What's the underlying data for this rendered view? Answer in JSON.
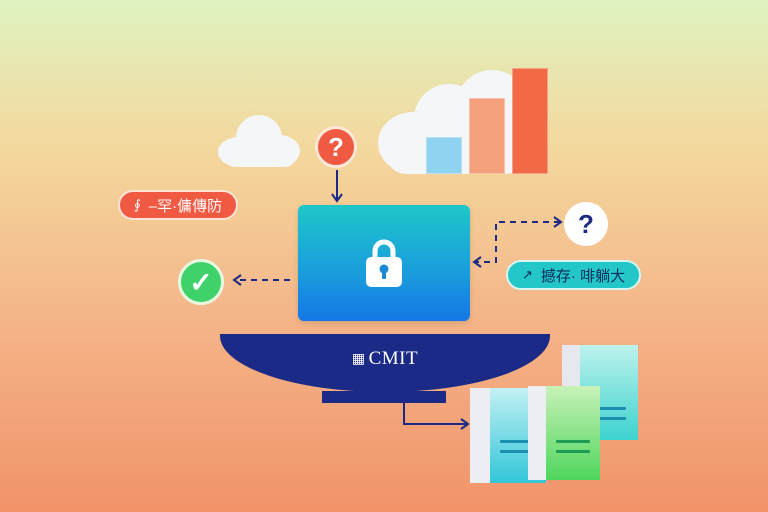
{
  "monitor": {
    "brand_text": "CMIT",
    "brand_mark": "▦",
    "lock_icon": "lock-icon"
  },
  "labels": {
    "left_pill": {
      "icon": "∮",
      "text": "–罕·傭傳防"
    },
    "right_pill": {
      "icon": "↗",
      "text": "撼存· 啡躺大"
    }
  },
  "status": {
    "question_top": "?",
    "question_right": "?",
    "check_icon": "✓"
  },
  "chart": {
    "bars": [
      {
        "name": "bar-1",
        "level": 0.35,
        "color": "#8fd3f0"
      },
      {
        "name": "bar-2",
        "level": 0.72,
        "color": "#f4a07c"
      },
      {
        "name": "bar-3",
        "level": 1.0,
        "color": "#f26a45"
      }
    ]
  },
  "colors": {
    "accent_red": "#f05a43",
    "accent_teal": "#23c7c7",
    "accent_green": "#3fd16a",
    "navy": "#1a2a86"
  }
}
